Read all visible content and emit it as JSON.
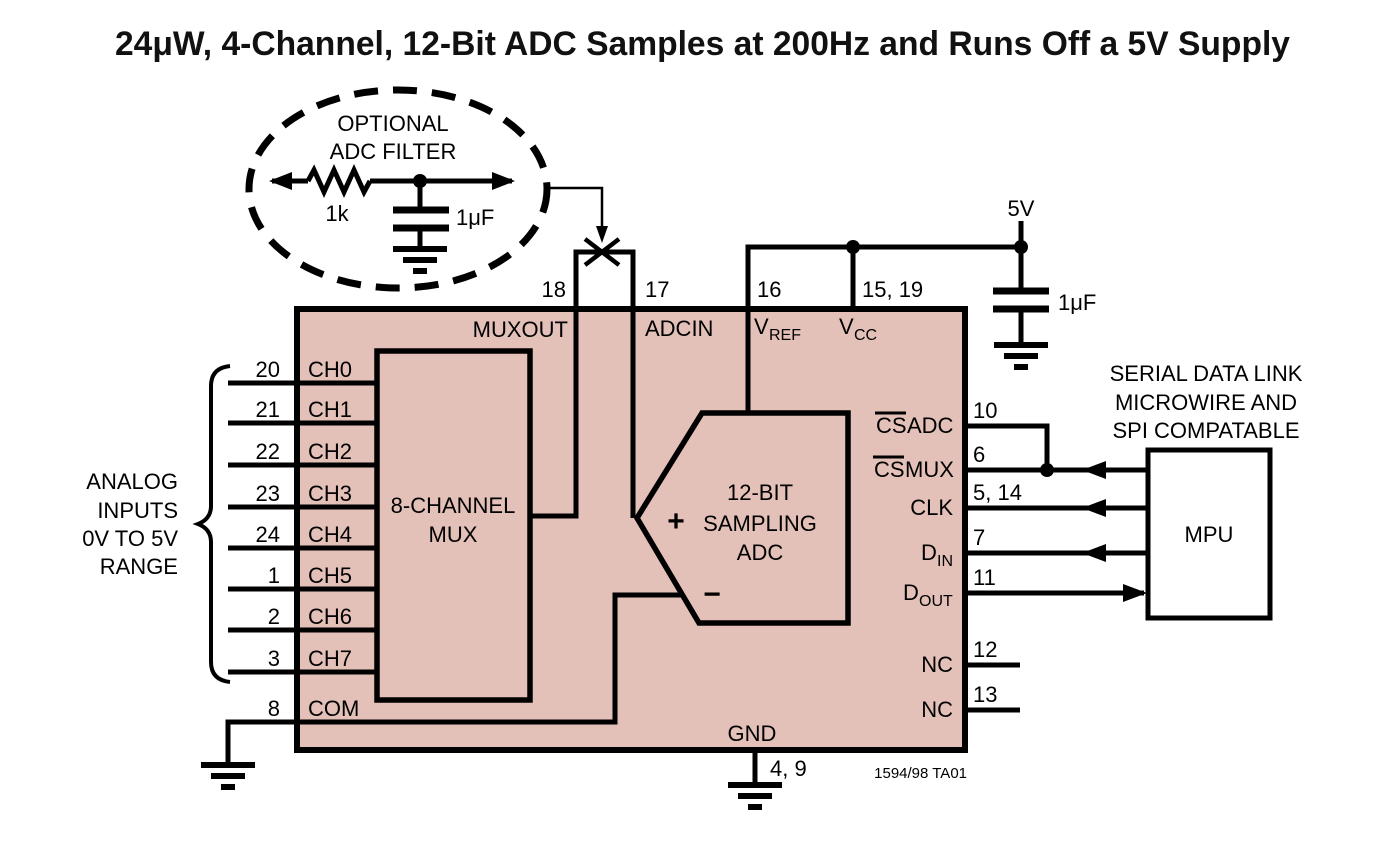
{
  "title": "24μW, 4-Channel, 12-Bit ADC Samples at 200Hz and Runs Off a 5V Supply",
  "colors": {
    "chip_fill": "#e4c1b8",
    "line": "#000000",
    "background": "#ffffff"
  },
  "optional_filter": {
    "line1": "OPTIONAL",
    "line2": "ADC FILTER",
    "resistor": "1k",
    "capacitor": "1μF"
  },
  "supply": {
    "label": "5V",
    "capacitor": "1μF"
  },
  "analog_inputs": {
    "line1": "ANALOG",
    "line2": "INPUTS",
    "line3": "0V TO 5V",
    "line4": "RANGE"
  },
  "chip": {
    "top_pins": {
      "muxout": {
        "num": "18",
        "label": "MUXOUT"
      },
      "adcin": {
        "num": "17",
        "label": "ADCIN"
      },
      "vref": {
        "num": "16",
        "label": "V",
        "sub": "REF"
      },
      "vcc": {
        "num": "15, 19",
        "label": "V",
        "sub": "CC"
      }
    },
    "left_pins": [
      {
        "num": "20",
        "label": "CH0"
      },
      {
        "num": "21",
        "label": "CH1"
      },
      {
        "num": "22",
        "label": "CH2"
      },
      {
        "num": "23",
        "label": "CH3"
      },
      {
        "num": "24",
        "label": "CH4"
      },
      {
        "num": "1",
        "label": "CH5"
      },
      {
        "num": "2",
        "label": "CH6"
      },
      {
        "num": "3",
        "label": "CH7"
      },
      {
        "num": "8",
        "label": "COM"
      }
    ],
    "right_pins": [
      {
        "num": "10",
        "bar": "CS",
        "label": "ADC"
      },
      {
        "num": "6",
        "bar": "CS",
        "label": "MUX"
      },
      {
        "num": "5, 14",
        "label": "CLK"
      },
      {
        "num": "7",
        "label": "D",
        "sub": "IN"
      },
      {
        "num": "11",
        "label": "D",
        "sub": "OUT"
      },
      {
        "num": "12",
        "label": "NC"
      },
      {
        "num": "13",
        "label": "NC"
      }
    ],
    "bottom_pin": {
      "num": "4, 9",
      "label": "GND"
    },
    "mux": {
      "line1": "8-CHANNEL",
      "line2": "MUX"
    },
    "adc": {
      "line1": "12-BIT",
      "line2": "SAMPLING",
      "line3": "ADC",
      "plus": "+",
      "minus": "−"
    }
  },
  "mpu": {
    "label": "MPU"
  },
  "serial_note": {
    "line1": "SERIAL DATA LINK",
    "line2": "MICROWIRE AND",
    "line3": "SPI COMPATABLE"
  },
  "figure_id": "1594/98 TA01"
}
